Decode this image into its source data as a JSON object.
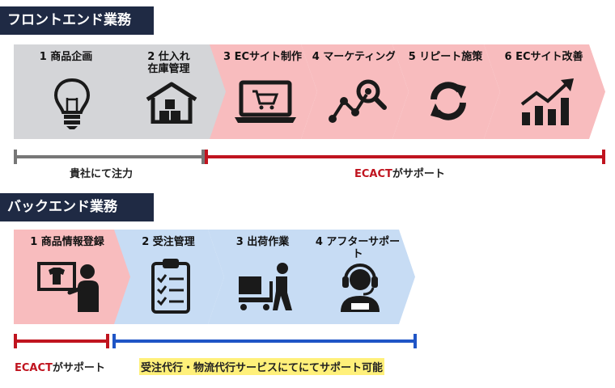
{
  "colors": {
    "header_bg": "#1f2a44",
    "gray": "#d4d5d8",
    "pink": "#f8bcbe",
    "blue": "#c7dcf4",
    "gray_line": "#777777",
    "red_line": "#c0141f",
    "blue_line": "#1f55c6",
    "highlight": "#fff07a"
  },
  "front": {
    "title": "フロントエンド業務",
    "steps": [
      {
        "label": "1  商品企画",
        "icon": "lightbulb-icon",
        "color": "gray"
      },
      {
        "label": "2  仕入れ\n在庫管理",
        "icon": "warehouse-icon",
        "color": "gray"
      },
      {
        "label": "3  ECサイト制作",
        "icon": "laptop-cart-icon",
        "color": "pink"
      },
      {
        "label": "4  マーケティング",
        "icon": "analytics-search-icon",
        "color": "pink"
      },
      {
        "label": "5  リピート施策",
        "icon": "refresh-cycle-icon",
        "color": "pink"
      },
      {
        "label": "6  ECサイト改善",
        "icon": "growth-chart-icon",
        "color": "pink"
      }
    ],
    "bracket_left": "貴社にて注力",
    "bracket_right_1": "ECACT",
    "bracket_right_2": "がサポート"
  },
  "back": {
    "title": "バックエンド業務",
    "steps": [
      {
        "label": "1  商品情報登録",
        "icon": "product-registration-icon",
        "color": "pink"
      },
      {
        "label": "2  受注管理",
        "icon": "clipboard-checklist-icon",
        "color": "blue"
      },
      {
        "label": "3  出荷作業",
        "icon": "shipping-worker-icon",
        "color": "blue"
      },
      {
        "label": "4  アフターサポート",
        "icon": "headset-operator-icon",
        "color": "blue"
      }
    ],
    "bracket_left_1": "ECACT",
    "bracket_left_2": "がサポート",
    "bracket_right": "受注代行・物流代行サービスにてにてサポート可能"
  }
}
